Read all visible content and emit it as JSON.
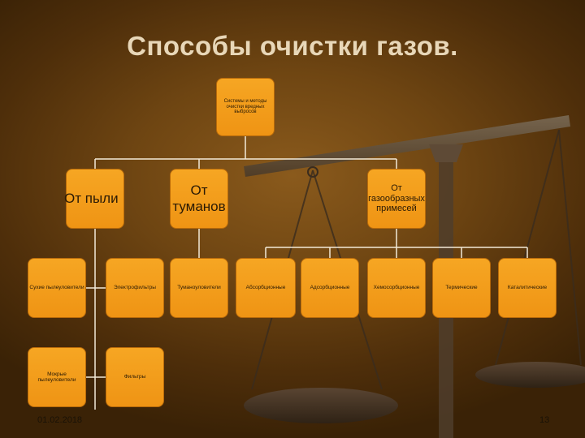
{
  "slide": {
    "title": "Способы очистки газов.",
    "date": "01.02.2018",
    "page_number": "13"
  },
  "root": {
    "label": "Системы и методы очистки вредных выбросов"
  },
  "categories": {
    "dust": "От пыли",
    "mist": "От туманов",
    "gas": "От газообразных примесей"
  },
  "dust_methods": {
    "dry": "Сухие пылеуловители",
    "electro": "Электрофильтры",
    "wet": "Мокрые пылеуловители",
    "filters": "Фильтры"
  },
  "mist_methods": {
    "mist_catchers": "Туманоуловители"
  },
  "gas_methods": {
    "absorption": "Абсорбционные",
    "adsorption": "Адсорбционные",
    "chemisorption": "Хемосорбционные",
    "thermal": "Термические",
    "catalytic": "Каталитические"
  },
  "colors": {
    "box_fill": "#f29a18",
    "connector": "#f3ead8",
    "background": "#6e4512"
  }
}
